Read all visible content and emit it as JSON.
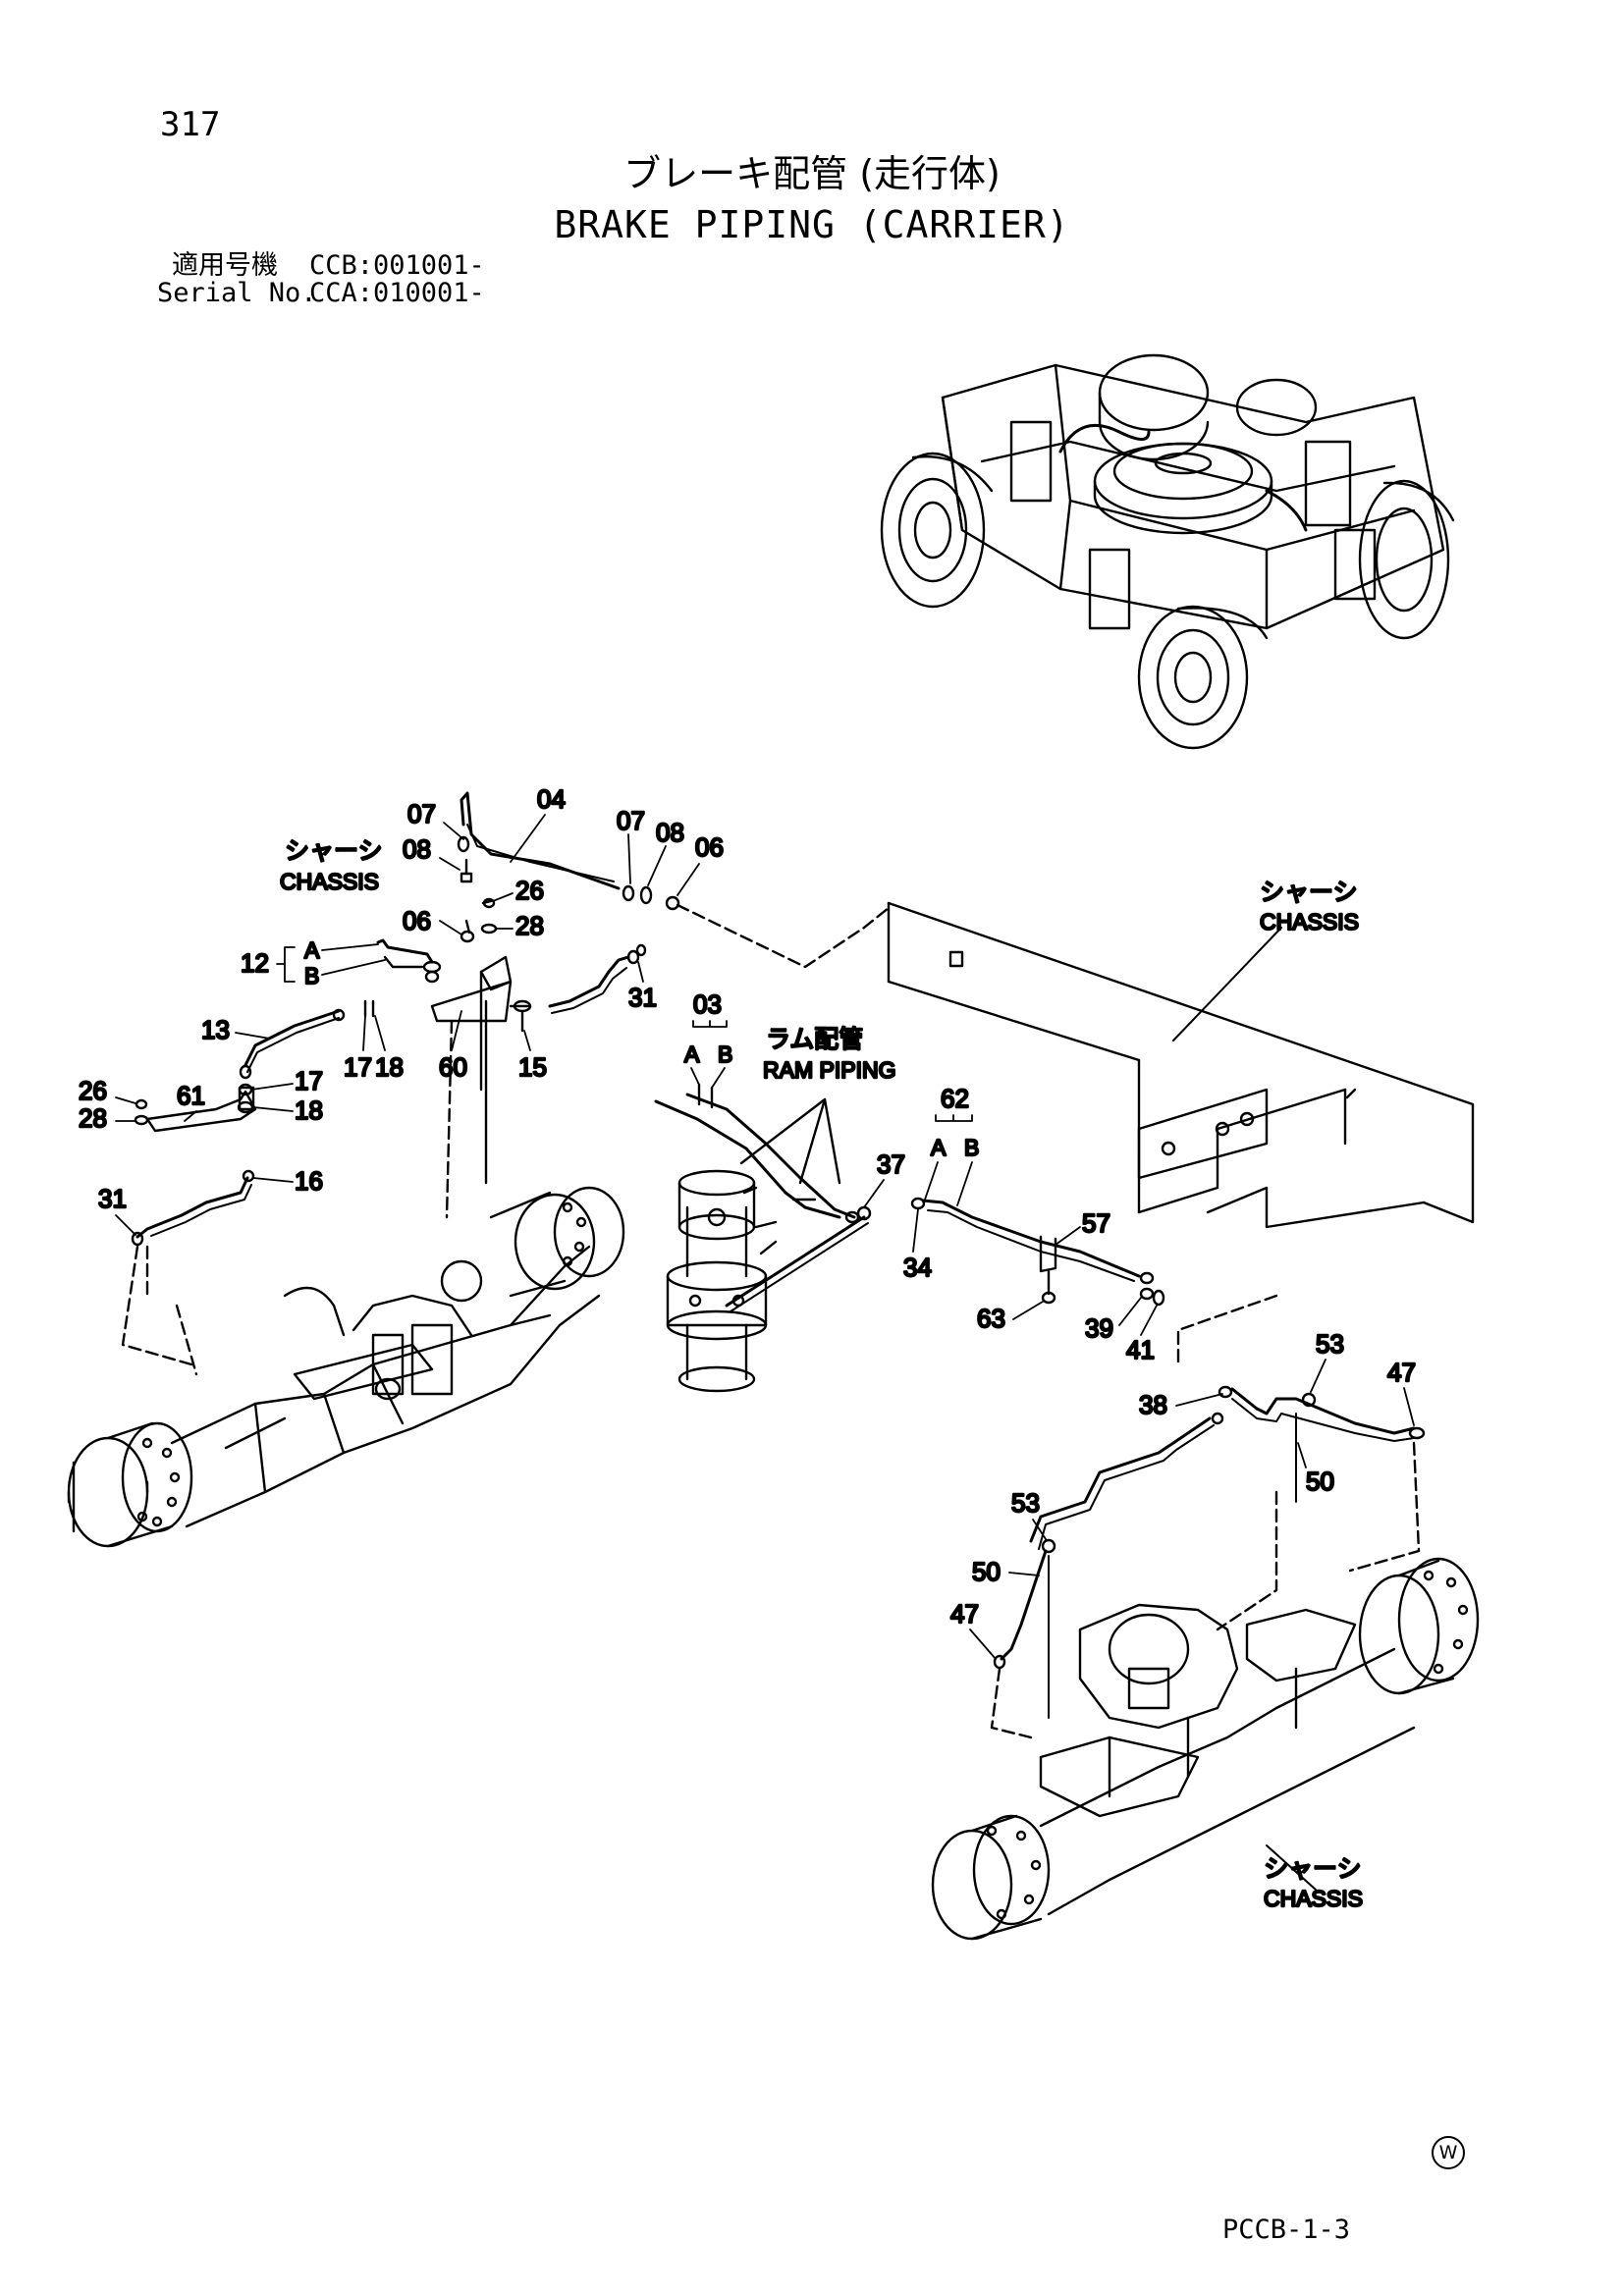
{
  "header": {
    "page_number": "317",
    "title_jp": "ブレーキ配管 (走行体)",
    "title_en": "BRAKE PIPING (CARRIER)",
    "applicability_label": "適用号機",
    "applicability_value": "CCB:001001-",
    "serial_label": "Serial No.",
    "serial_value": "CCA:010001-"
  },
  "labels": {
    "chassis_jp": "シャーシ",
    "chassis_en": "CHASSIS",
    "ram_piping_jp": "ラム配管",
    "ram_piping_en": "RAM PIPING",
    "port_a": "A",
    "port_b": "B"
  },
  "part_numbers": {
    "p03": "03",
    "p04": "04",
    "p06": "06",
    "p07": "07",
    "p08": "08",
    "p12": "12",
    "p13": "13",
    "p15": "15",
    "p16": "16",
    "p17": "17",
    "p18": "18",
    "p26": "26",
    "p28": "28",
    "p31": "31",
    "p34": "34",
    "p37": "37",
    "p38": "38",
    "p39": "39",
    "p41": "41",
    "p47": "47",
    "p50": "50",
    "p53": "53",
    "p57": "57",
    "p60": "60",
    "p61": "61",
    "p62": "62",
    "p63": "63"
  },
  "footer": {
    "watermark": "W",
    "doc_code": "PCCB-1-3"
  }
}
